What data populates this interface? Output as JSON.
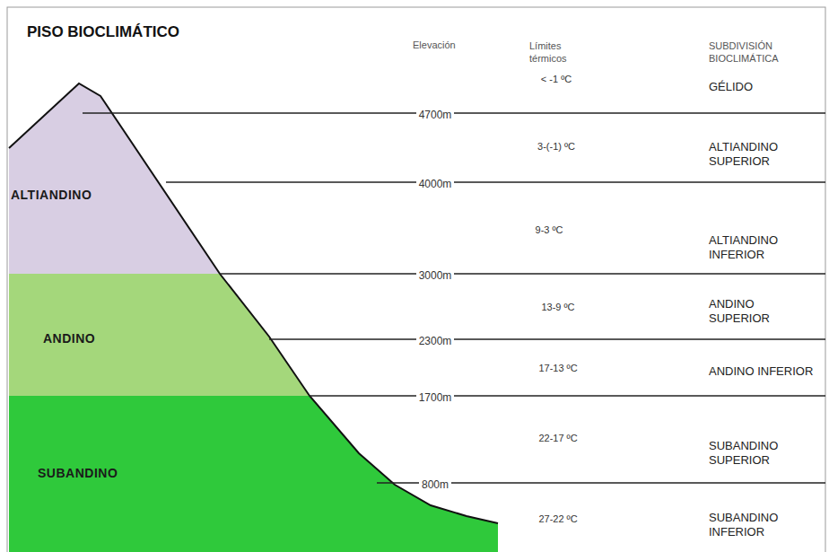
{
  "diagram": {
    "title": "PISO BIOCLIMÁTICO",
    "nodes": [
      {
        "text": [
          "ALTIANDINO"
        ]
      },
      {
        "text": [
          "ANDINO"
        ]
      },
      {
        "text": [
          "SUBANDINO"
        ]
      }
    ],
    "labels": [
      "Elevación",
      "Límites térmicos",
      "SUBDIVISIÓN BIOCLIMÁTICA",
      "4700m",
      "4000m",
      "3000m",
      "2300m",
      "1700m",
      "800m",
      "< -1 ºC",
      "3-(-1) ºC",
      "9-3 ºC",
      "13-9 ºC",
      "17-13 ºC",
      "22-17 ºC",
      "27-22 ºC",
      "GÉLIDO",
      "ALTIANDINO SUPERIOR",
      "ALTIANDINO INFERIOR",
      "ANDINO SUPERIOR",
      "ANDINO INFERIOR",
      "SUBANDINO SUPERIOR",
      "SUBANDINO INFERIOR"
    ]
  }
}
